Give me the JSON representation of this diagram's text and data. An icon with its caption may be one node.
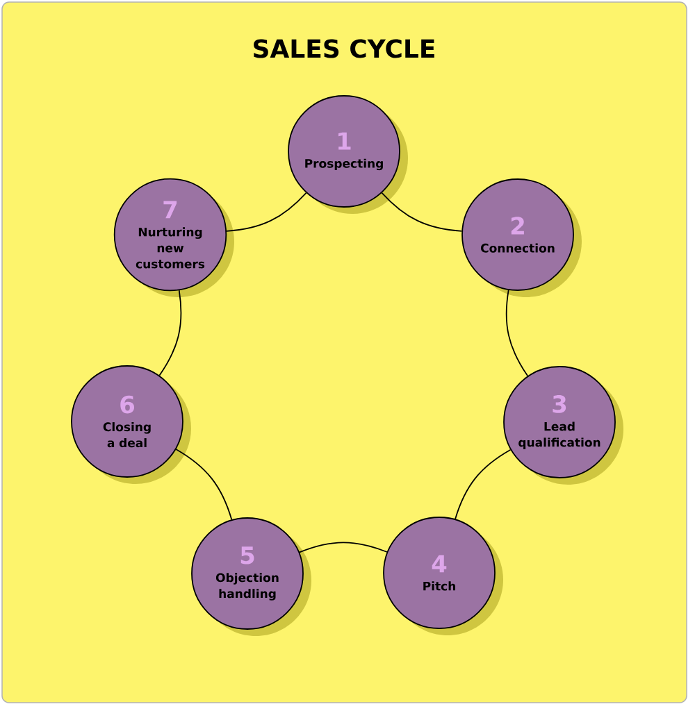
{
  "diagram": {
    "title": "SALES CYCLE",
    "nodes": [
      {
        "text": [
          "1",
          "Prospecting"
        ]
      },
      {
        "text": [
          "2",
          "Connection"
        ]
      },
      {
        "text": [
          "3",
          "Lead qualification"
        ]
      },
      {
        "text": [
          "4",
          "Pitch"
        ]
      },
      {
        "text": [
          "5",
          "Objection handling"
        ]
      },
      {
        "text": [
          "6",
          "Closing a deal"
        ]
      },
      {
        "text": [
          "7",
          "Nurturing new customers"
        ]
      }
    ],
    "edges": [
      {
        "from": 0,
        "to": 1,
        "arrow": "none"
      },
      {
        "from": 1,
        "to": 2,
        "arrow": "none"
      },
      {
        "from": 2,
        "to": 3,
        "arrow": "none"
      },
      {
        "from": 3,
        "to": 4,
        "arrow": "none"
      },
      {
        "from": 4,
        "to": 5,
        "arrow": "none"
      },
      {
        "from": 5,
        "to": 6,
        "arrow": "none"
      },
      {
        "from": 6,
        "to": 0,
        "arrow": "none"
      }
    ]
  }
}
